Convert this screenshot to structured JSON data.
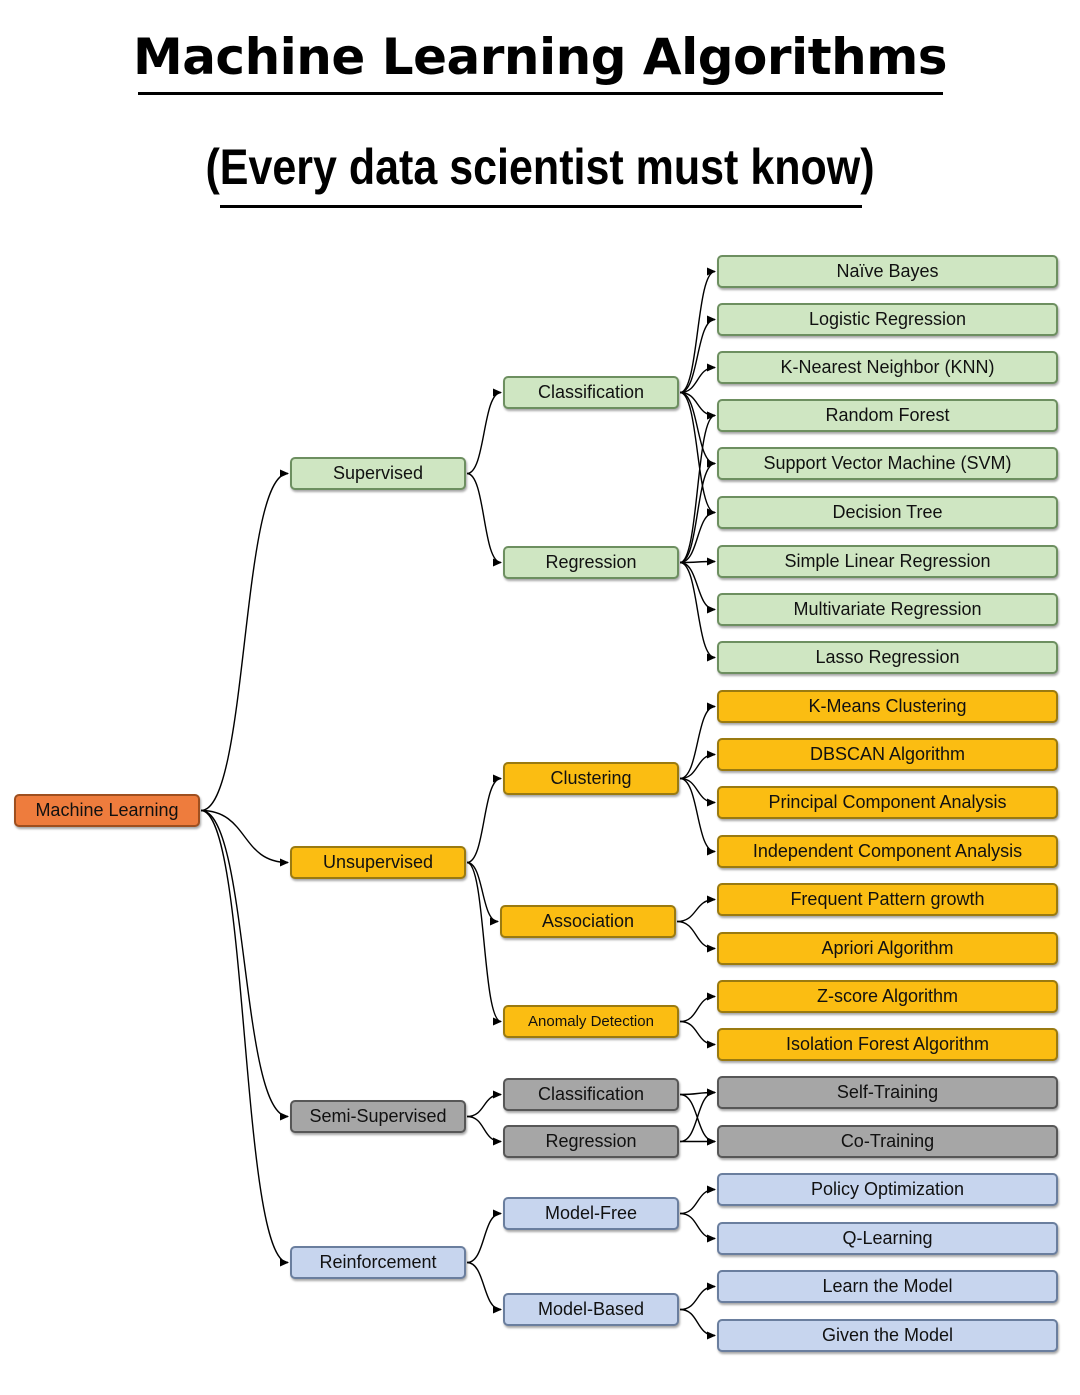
{
  "title": "Machine Learning Algorithms",
  "subtitle": "(Every data scientist must know)",
  "root": "Machine Learning",
  "colors": {
    "supervised": "#cfe6c2",
    "unsupervised": "#fbbd12",
    "semi_supervised": "#a6a6a6",
    "reinforcement": "#c7d5ee",
    "root": "#ee7c3d"
  },
  "categories": {
    "supervised": {
      "label": "Supervised",
      "subcategories": {
        "classification": {
          "label": "Classification"
        },
        "regression": {
          "label": "Regression"
        }
      },
      "algorithms": [
        "Naïve Bayes",
        "Logistic Regression",
        "K-Nearest Neighbor (KNN)",
        "Random Forest",
        "Support Vector Machine (SVM)",
        "Decision Tree",
        "Simple Linear Regression",
        "Multivariate Regression",
        "Lasso Regression"
      ]
    },
    "unsupervised": {
      "label": "Unsupervised",
      "subcategories": {
        "clustering": {
          "label": "Clustering",
          "algorithms": [
            "K-Means Clustering",
            "DBSCAN Algorithm",
            "Principal Component Analysis",
            "Independent Component Analysis"
          ]
        },
        "association": {
          "label": "Association",
          "algorithms": [
            "Frequent Pattern growth",
            "Apriori Algorithm"
          ]
        },
        "anomaly": {
          "label": "Anomaly Detection",
          "algorithms": [
            "Z-score Algorithm",
            "Isolation Forest Algorithm"
          ]
        }
      }
    },
    "semi_supervised": {
      "label": "Semi-Supervised",
      "subcategories": {
        "classification": {
          "label": "Classification"
        },
        "regression": {
          "label": "Regression"
        }
      },
      "algorithms": [
        "Self-Training",
        "Co-Training"
      ]
    },
    "reinforcement": {
      "label": "Reinforcement",
      "subcategories": {
        "model_free": {
          "label": "Model-Free",
          "algorithms": [
            "Policy Optimization",
            "Q-Learning"
          ]
        },
        "model_based": {
          "label": "Model-Based",
          "algorithms": [
            "Learn the Model",
            "Given the Model"
          ]
        }
      }
    }
  }
}
